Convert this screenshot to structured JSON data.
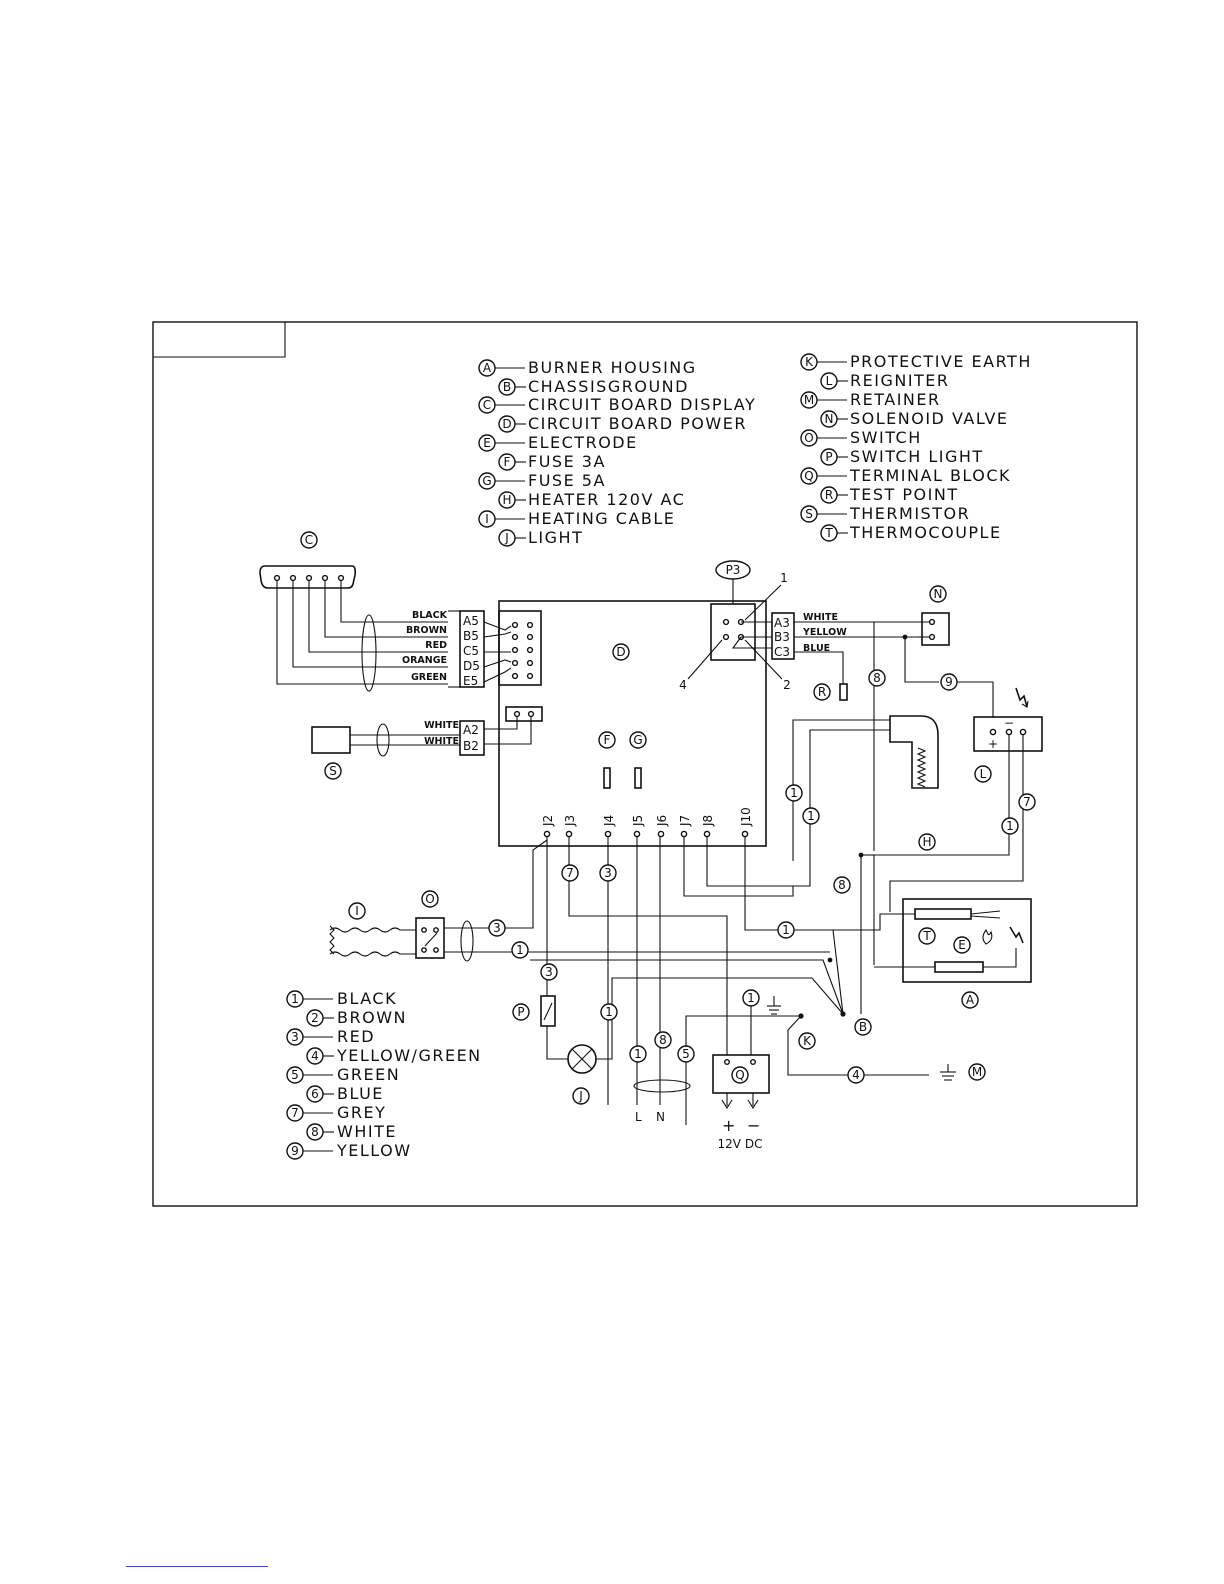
{
  "legend_components": [
    {
      "key": "A",
      "text": "BURNER HOUSING"
    },
    {
      "key": "B",
      "text": "CHASSISGROUND"
    },
    {
      "key": "C",
      "text": "CIRCUIT BOARD DISPLAY"
    },
    {
      "key": "D",
      "text": "CIRCUIT BOARD POWER"
    },
    {
      "key": "E",
      "text": "ELECTRODE"
    },
    {
      "key": "F",
      "text": "FUSE 3A"
    },
    {
      "key": "G",
      "text": "FUSE 5A"
    },
    {
      "key": "H",
      "text": "HEATER 120V AC"
    },
    {
      "key": "I",
      "text": "HEATING CABLE"
    },
    {
      "key": "J",
      "text": "LIGHT"
    },
    {
      "key": "K",
      "text": "PROTECTIVE EARTH"
    },
    {
      "key": "L",
      "text": "REIGNITER"
    },
    {
      "key": "M",
      "text": "RETAINER"
    },
    {
      "key": "N",
      "text": "SOLENOID VALVE"
    },
    {
      "key": "O",
      "text": "SWITCH"
    },
    {
      "key": "P",
      "text": "SWITCH LIGHT"
    },
    {
      "key": "Q",
      "text": "TERMINAL BLOCK"
    },
    {
      "key": "R",
      "text": "TEST POINT"
    },
    {
      "key": "S",
      "text": "THERMISTOR"
    },
    {
      "key": "T",
      "text": "THERMOCOUPLE"
    }
  ],
  "legend_wires": [
    {
      "key": "1",
      "text": "BLACK"
    },
    {
      "key": "2",
      "text": "BROWN"
    },
    {
      "key": "3",
      "text": "RED"
    },
    {
      "key": "4",
      "text": "YELLOW/GREEN"
    },
    {
      "key": "5",
      "text": "GREEN"
    },
    {
      "key": "6",
      "text": "BLUE"
    },
    {
      "key": "7",
      "text": "GREY"
    },
    {
      "key": "8",
      "text": "WHITE"
    },
    {
      "key": "9",
      "text": "YELLOW"
    }
  ],
  "display_connector": {
    "pins": [
      "A5",
      "B5",
      "C5",
      "D5",
      "E5"
    ],
    "wires": [
      "BLACK",
      "BROWN",
      "RED",
      "ORANGE",
      "GREEN"
    ]
  },
  "thermistor_connector": {
    "pins": [
      "A2",
      "B2"
    ],
    "wires": [
      "WHITE",
      "WHITE"
    ]
  },
  "p3_connector": {
    "label": "P3",
    "pins": [
      "A3",
      "B3",
      "C3"
    ],
    "wires": [
      "WHITE",
      "YELLOW",
      "BLUE"
    ],
    "pin_numbers": [
      "1",
      "2",
      "4"
    ]
  },
  "board_jacks": [
    "J2",
    "J3",
    "J4",
    "J5",
    "J6",
    "J7",
    "J8",
    "J10"
  ],
  "supply": {
    "line": "L",
    "neutral": "N",
    "plus": "+",
    "minus": "−",
    "voltage": "12V DC"
  }
}
